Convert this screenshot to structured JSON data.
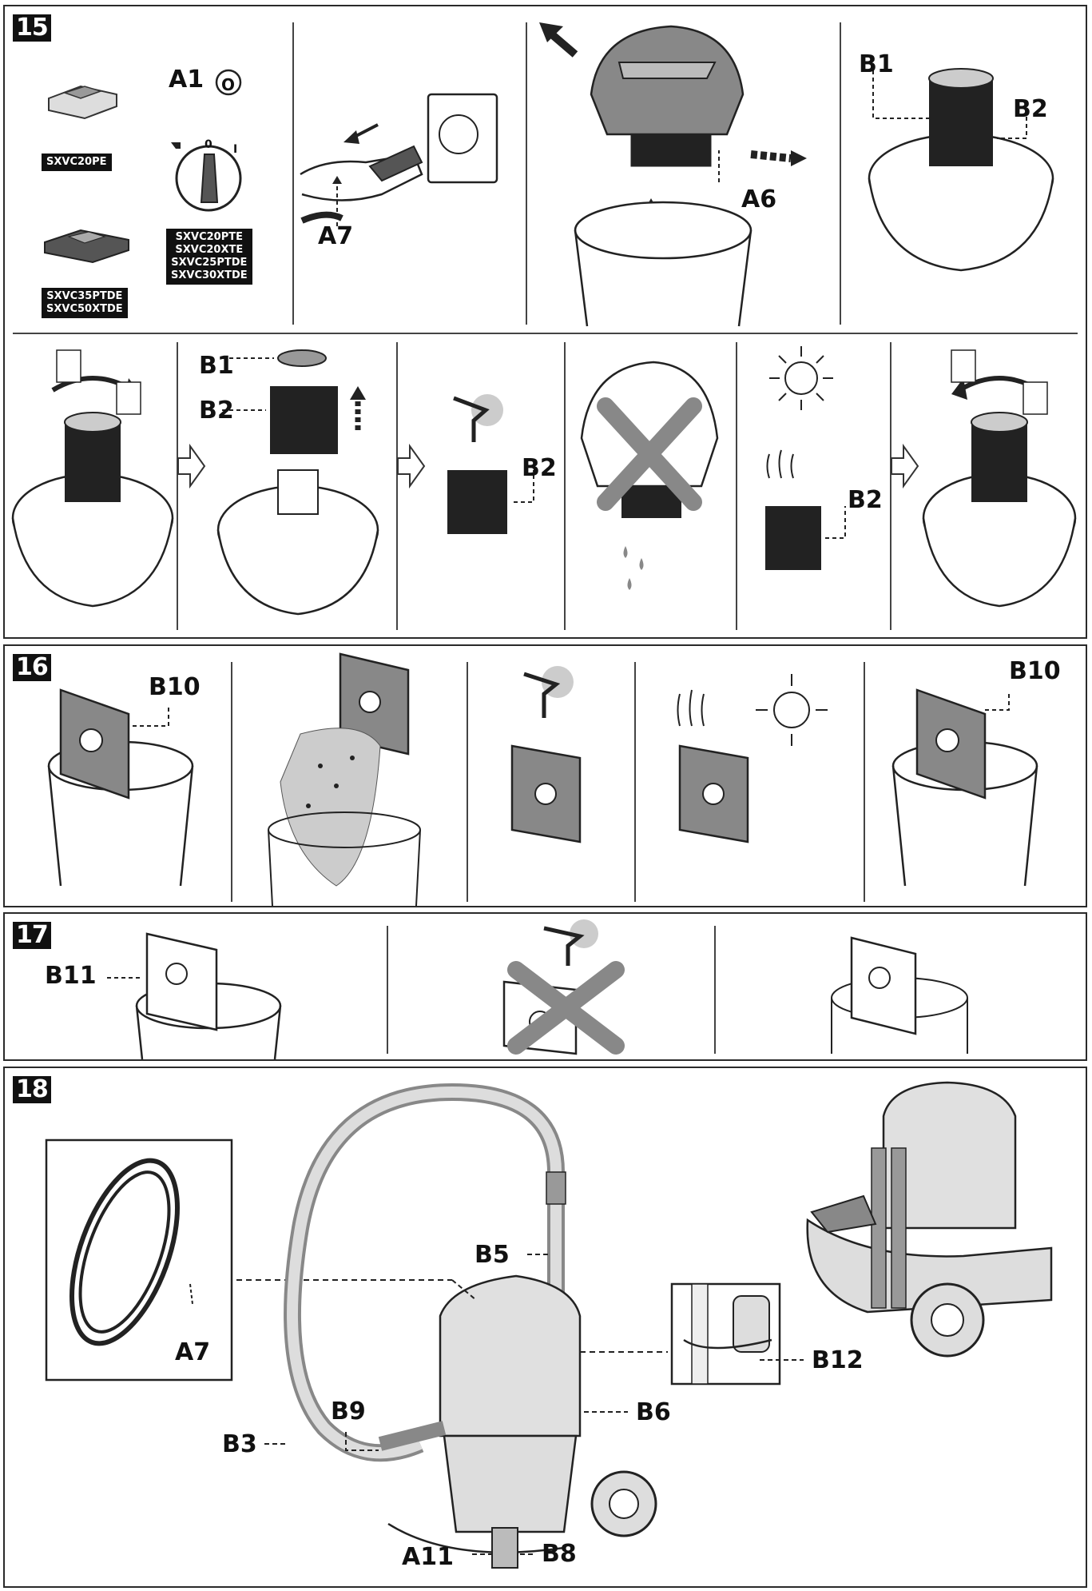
{
  "sections": {
    "s15": {
      "number": "15",
      "switch_label": "A1",
      "switch_symbol": "O",
      "model_single": "SXVC20PE",
      "model_rocker": [
        "SXVC35PTDE",
        "SXVC50XTDE"
      ],
      "model_rotary": [
        "SXVC20PTE",
        "SXVC20XTE",
        "SXVC25PTDE",
        "SXVC30XTDE"
      ],
      "dial_marks": [
        "0",
        "I"
      ],
      "plug_label": "A7",
      "latch_label": "A6",
      "filter_cap_label": "B1",
      "filter_label": "B2"
    },
    "s16": {
      "number": "16",
      "bag_label": "B10"
    },
    "s17": {
      "number": "17",
      "bag_label": "B11"
    },
    "s18": {
      "number": "18",
      "cable_label": "A7",
      "top_label": "B5",
      "holder_label": "B12",
      "latch_label": "B6",
      "hose_label": "B3",
      "inlet_label": "B9",
      "outlet_label": "A11",
      "tool_label": "B8"
    }
  }
}
